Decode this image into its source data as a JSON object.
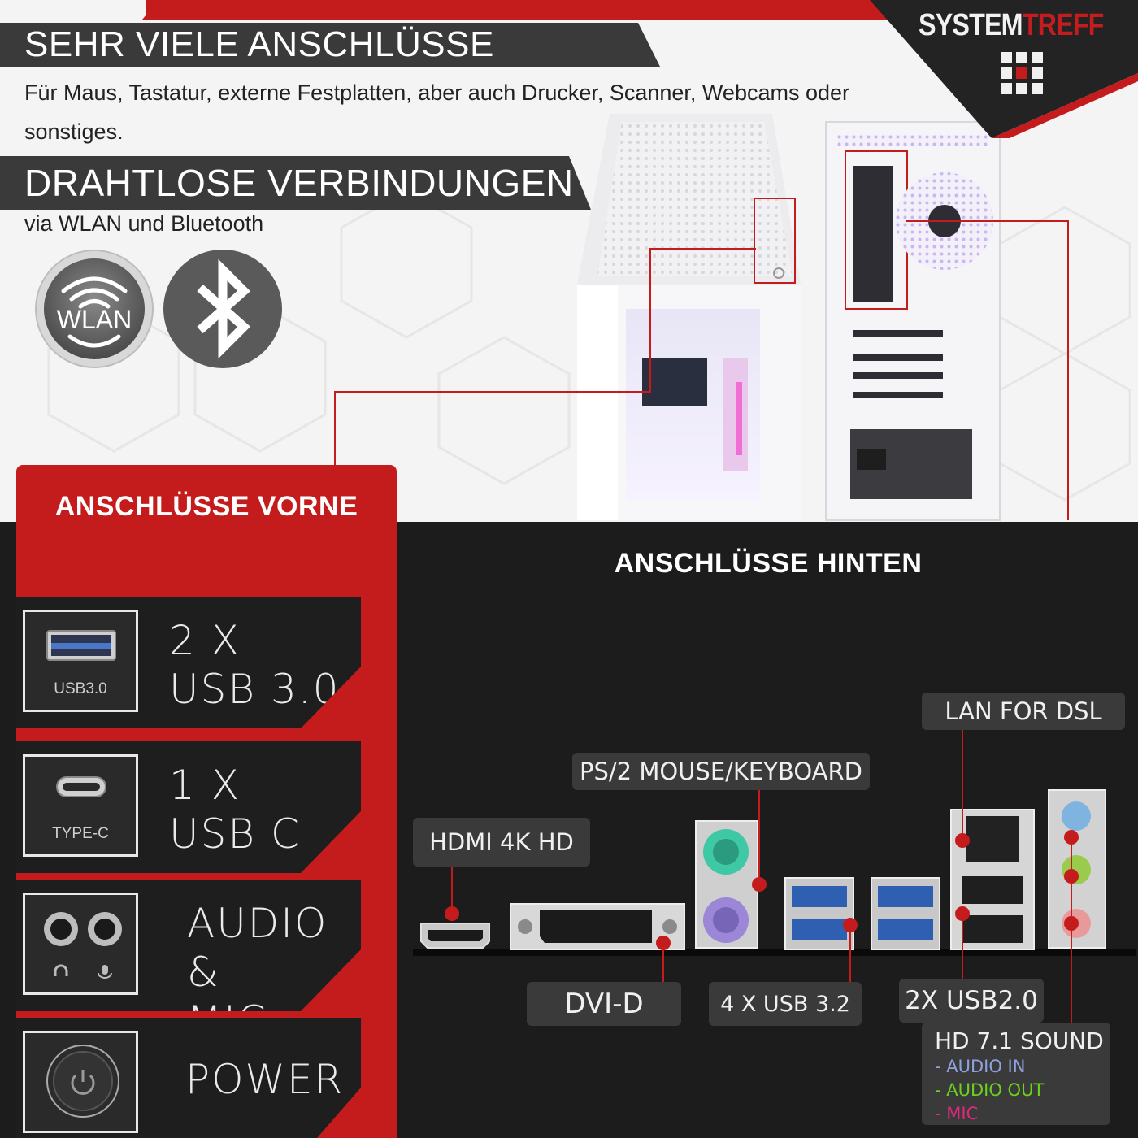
{
  "brand": {
    "logo_part1": "SYSTEM",
    "logo_part2": "TREFF",
    "accent_red": "#c41c1d",
    "dark_gray": "#3a3a3a"
  },
  "features": {
    "section1_title": "SEHR VIELE ANSCHLÜSSE",
    "section1_text": "Für Maus, Tastatur, externe Festplatten, aber auch Drucker, Scanner, Webcams oder sonstiges.",
    "section2_title": "DRAHTLOSE VERBINDUNGEN",
    "section2_text": "via WLAN und Bluetooth",
    "wlan_badge": "WLAN"
  },
  "front": {
    "title": "ANSCHLÜSSE VORNE",
    "rows": [
      {
        "icon": "usb-a-port-icon",
        "caption": "USB3.0",
        "line1": "2 X",
        "line2": "USB 3.0"
      },
      {
        "icon": "usb-c-port-icon",
        "caption": "TYPE-C",
        "line1": "1 X",
        "line2": "USB C"
      },
      {
        "icon": "audio-jacks-icon",
        "caption": "",
        "line1": "AUDIO &",
        "line2": "MIC"
      },
      {
        "icon": "power-button-icon",
        "caption": "",
        "line1": "POWER",
        "line2": ""
      }
    ]
  },
  "back": {
    "title": "ANSCHLÜSSE HINTEN",
    "labels": {
      "lan": "LAN FOR DSL",
      "ps2": "PS/2 MOUSE/KEYBOARD",
      "hdmi": "HDMI 4K HD",
      "dvi": "DVI-D",
      "usb32": "4 X USB 3.2",
      "usb20": "2X USB2.0"
    },
    "sound": {
      "title": "HD 7.1 SOUND",
      "audio_in": "- AUDIO IN",
      "audio_out": "- AUDIO OUT",
      "mic": "- MIC",
      "audio_in_color": "#8fa2e0",
      "audio_out_color": "#6bd21e",
      "mic_color": "#e0287d"
    }
  }
}
